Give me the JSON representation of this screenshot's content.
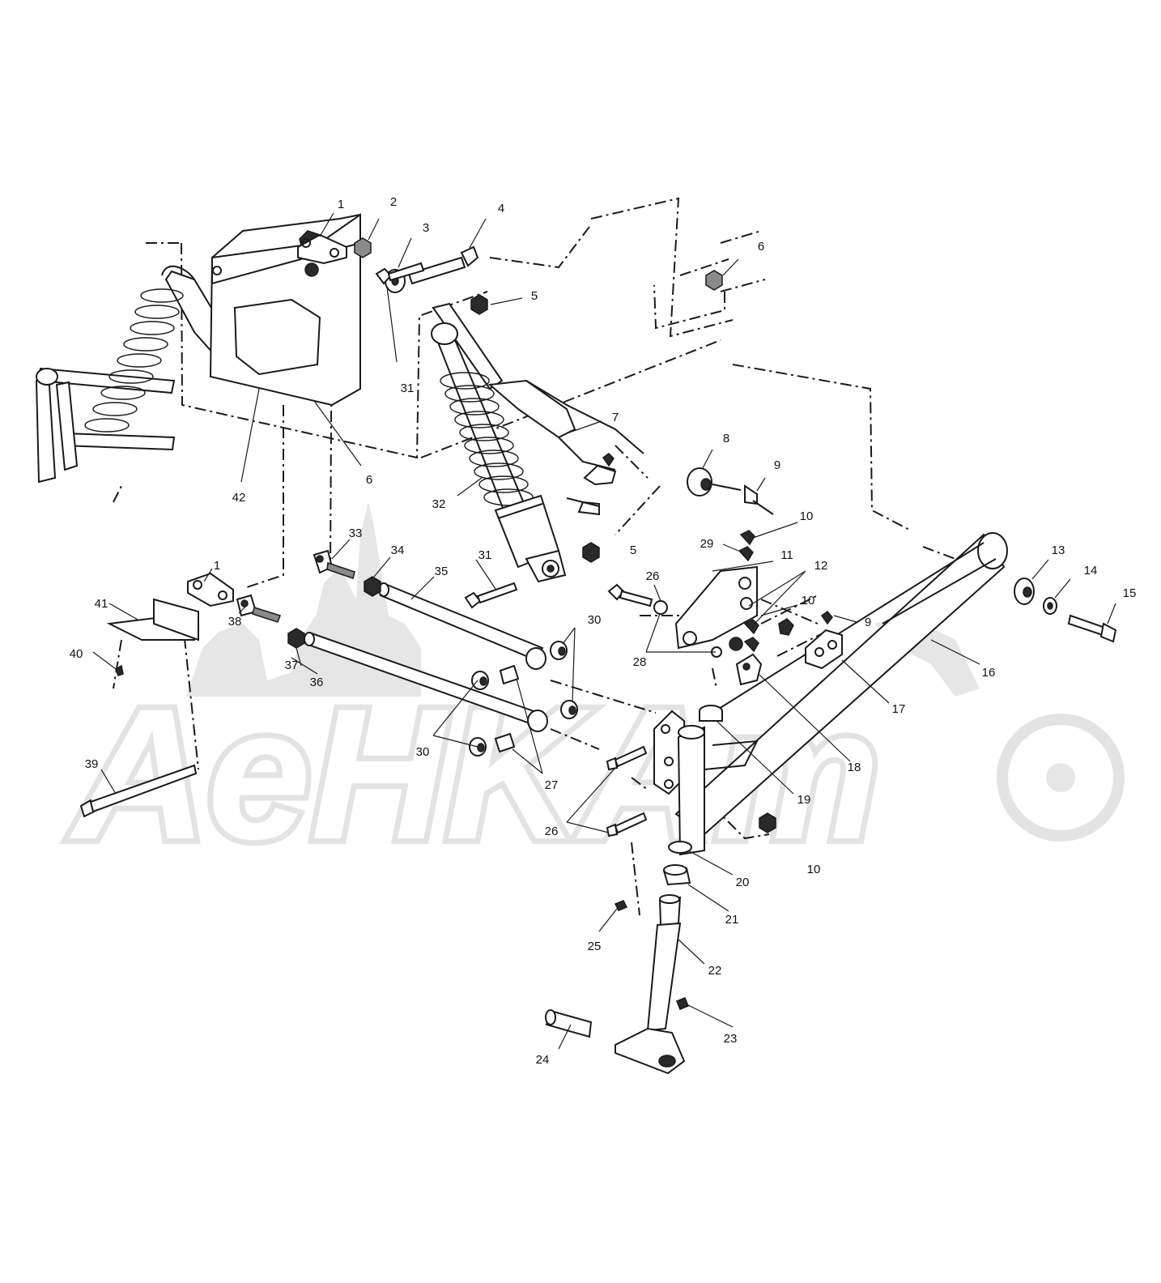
{
  "watermark": {
    "text": "AeHKAm",
    "color": "#e6e6e6"
  },
  "callouts": [
    {
      "id": "c1a",
      "text": "1"
    },
    {
      "id": "c1b",
      "text": "1"
    },
    {
      "id": "c2",
      "text": "2"
    },
    {
      "id": "c3",
      "text": "3"
    },
    {
      "id": "c4",
      "text": "4"
    },
    {
      "id": "c5a",
      "text": "5"
    },
    {
      "id": "c5b",
      "text": "5"
    },
    {
      "id": "c6a",
      "text": "6"
    },
    {
      "id": "c6b",
      "text": "6"
    },
    {
      "id": "c7",
      "text": "7"
    },
    {
      "id": "c8",
      "text": "8"
    },
    {
      "id": "c9a",
      "text": "9"
    },
    {
      "id": "c9b",
      "text": "9"
    },
    {
      "id": "c10a",
      "text": "10"
    },
    {
      "id": "c10b",
      "text": "10"
    },
    {
      "id": "c10c",
      "text": "10"
    },
    {
      "id": "c11",
      "text": "11"
    },
    {
      "id": "c12",
      "text": "12"
    },
    {
      "id": "c13",
      "text": "13"
    },
    {
      "id": "c14",
      "text": "14"
    },
    {
      "id": "c15",
      "text": "15"
    },
    {
      "id": "c16",
      "text": "16"
    },
    {
      "id": "c17",
      "text": "17"
    },
    {
      "id": "c18",
      "text": "18"
    },
    {
      "id": "c19",
      "text": "19"
    },
    {
      "id": "c20",
      "text": "20"
    },
    {
      "id": "c21",
      "text": "21"
    },
    {
      "id": "c22",
      "text": "22"
    },
    {
      "id": "c23",
      "text": "23"
    },
    {
      "id": "c24",
      "text": "24"
    },
    {
      "id": "c25",
      "text": "25"
    },
    {
      "id": "c26a",
      "text": "26"
    },
    {
      "id": "c26b",
      "text": "26"
    },
    {
      "id": "c27",
      "text": "27"
    },
    {
      "id": "c28",
      "text": "28"
    },
    {
      "id": "c29",
      "text": "29"
    },
    {
      "id": "c30a",
      "text": "30"
    },
    {
      "id": "c30b",
      "text": "30"
    },
    {
      "id": "c31a",
      "text": "31"
    },
    {
      "id": "c31b",
      "text": "31"
    },
    {
      "id": "c32",
      "text": "32"
    },
    {
      "id": "c33",
      "text": "33"
    },
    {
      "id": "c34",
      "text": "34"
    },
    {
      "id": "c35",
      "text": "35"
    },
    {
      "id": "c36",
      "text": "36"
    },
    {
      "id": "c37",
      "text": "37"
    },
    {
      "id": "c38",
      "text": "38"
    },
    {
      "id": "c39",
      "text": "39"
    },
    {
      "id": "c40",
      "text": "40"
    },
    {
      "id": "c41",
      "text": "41"
    },
    {
      "id": "c42",
      "text": "42"
    }
  ]
}
